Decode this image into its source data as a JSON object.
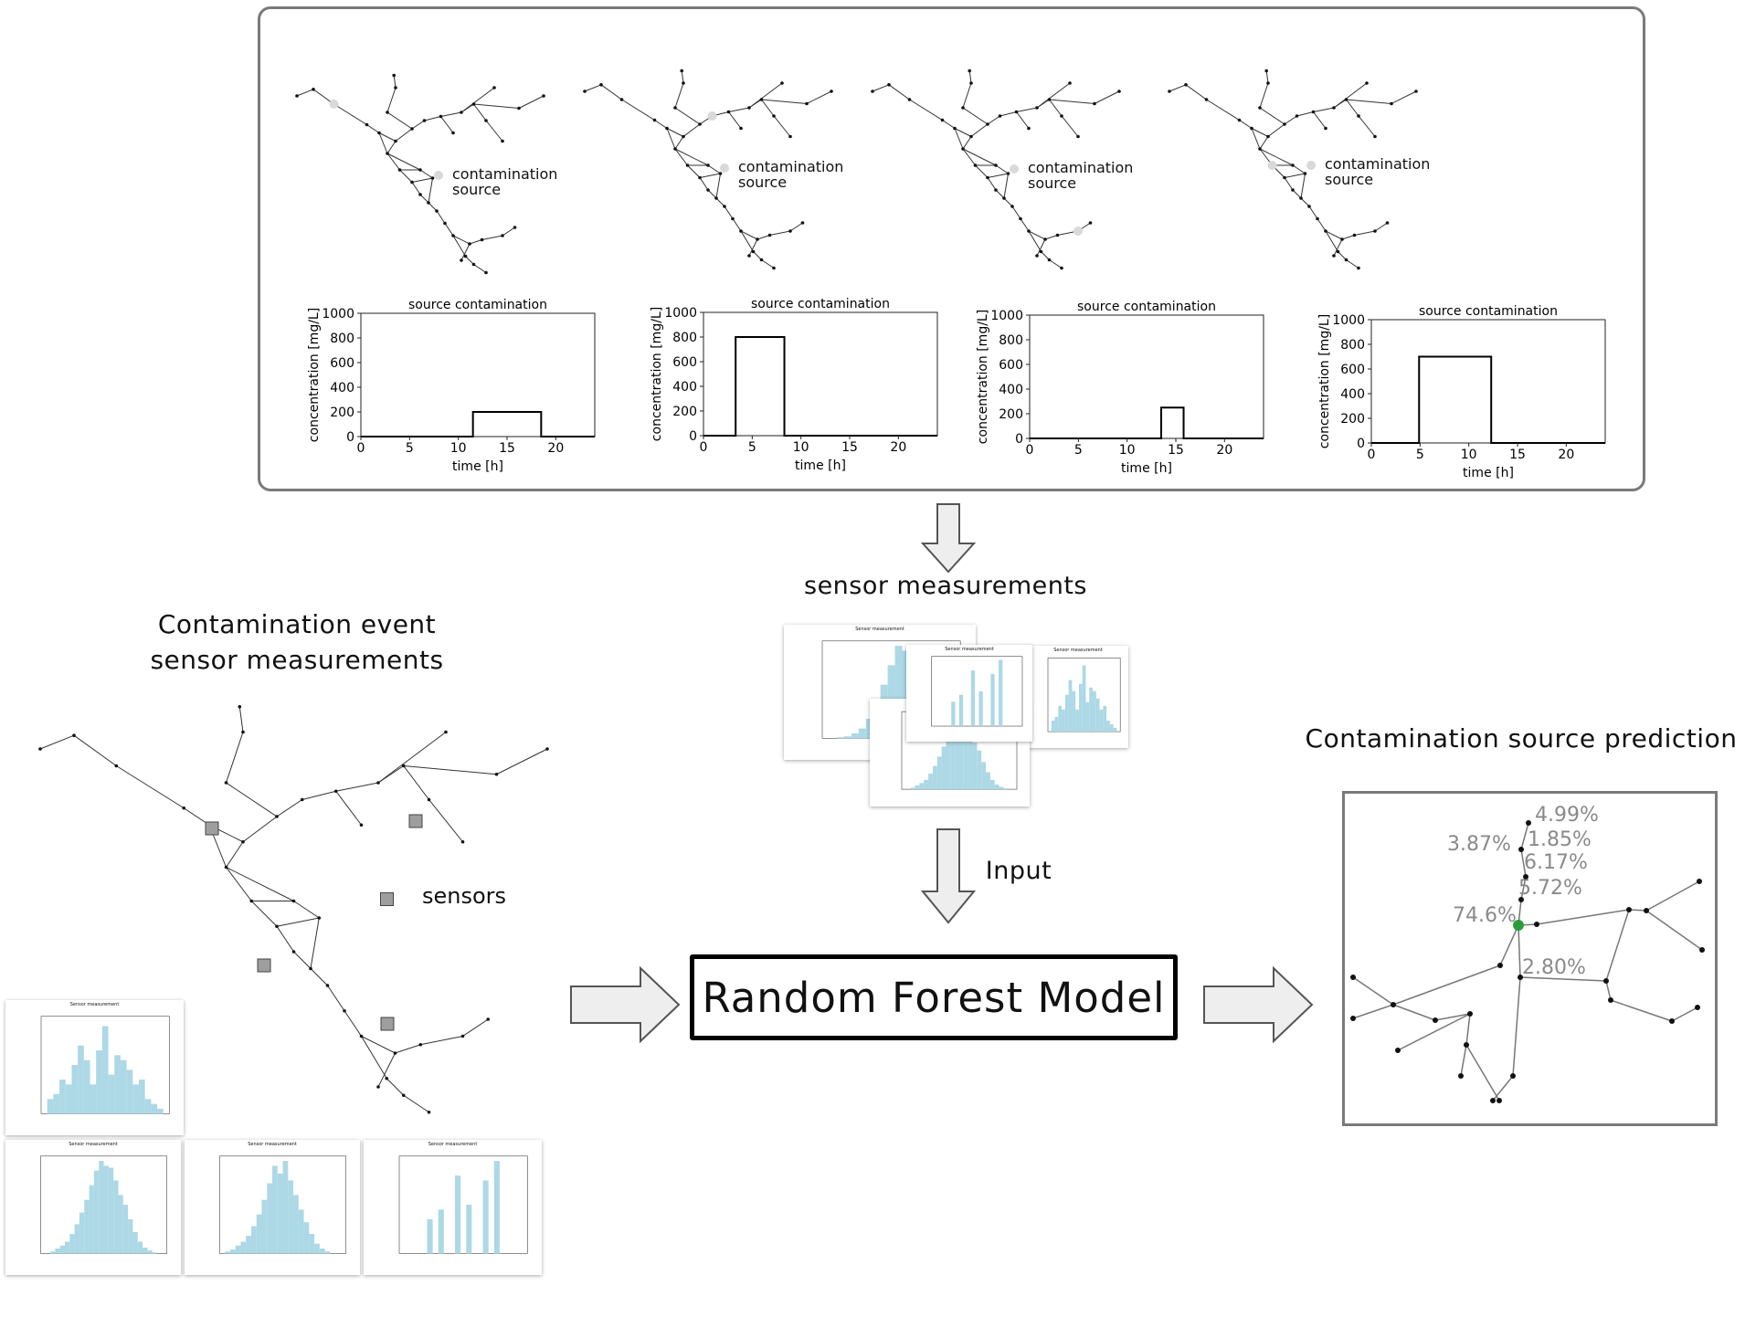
{
  "colors": {
    "panel_border": "#7a7a7a",
    "histogram": "#add8e6",
    "source_green": "#2a9d3a",
    "sensor_square": "#9e9e9e",
    "source_dot": "#d9d9d9"
  },
  "top_panel": {
    "scenarios": [
      {
        "network_label": "contamination\nsource",
        "chart_title": "source contamination",
        "ylabel": "concentration [mg/L]",
        "xlabel": "time [h]"
      },
      {
        "network_label": "contamination\nsource",
        "chart_title": "source contamination",
        "ylabel": "concentration [mg/L]",
        "xlabel": "time [h]"
      },
      {
        "network_label": "contamination\nsource",
        "chart_title": "source contamination",
        "ylabel": "concentration [mg/L]",
        "xlabel": "time [h]"
      },
      {
        "network_label": "contamination\nsource",
        "chart_title": "source contamination",
        "ylabel": "concentration [mg/L]",
        "xlabel": "time [h]"
      }
    ]
  },
  "chart_data": [
    {
      "type": "line",
      "title": "source contamination",
      "xlabel": "time [h]",
      "ylabel": "concentration [mg/L]",
      "xlim": [
        0,
        24
      ],
      "ylim": [
        0,
        1000
      ],
      "xticks": [
        0,
        5,
        10,
        15,
        20
      ],
      "yticks": [
        0,
        200,
        400,
        600,
        800,
        1000
      ],
      "x": [
        0,
        11.5,
        11.5,
        18.5,
        18.5,
        24
      ],
      "y": [
        0,
        0,
        200,
        200,
        0,
        0
      ]
    },
    {
      "type": "line",
      "title": "source contamination",
      "xlabel": "time [h]",
      "ylabel": "concentration [mg/L]",
      "xlim": [
        0,
        24
      ],
      "ylim": [
        0,
        1000
      ],
      "xticks": [
        0,
        5,
        10,
        15,
        20
      ],
      "yticks": [
        0,
        200,
        400,
        600,
        800,
        1000
      ],
      "x": [
        0,
        3.3,
        3.3,
        8.3,
        8.3,
        24
      ],
      "y": [
        0,
        0,
        800,
        800,
        0,
        0
      ]
    },
    {
      "type": "line",
      "title": "source contamination",
      "xlabel": "time [h]",
      "ylabel": "concentration [mg/L]",
      "xlim": [
        0,
        24
      ],
      "ylim": [
        0,
        1000
      ],
      "xticks": [
        0,
        5,
        10,
        15,
        20
      ],
      "yticks": [
        0,
        200,
        400,
        600,
        800,
        1000
      ],
      "x": [
        0,
        13.5,
        13.5,
        15.8,
        15.8,
        24
      ],
      "y": [
        0,
        0,
        250,
        250,
        0,
        0
      ]
    },
    {
      "type": "line",
      "title": "source contamination",
      "xlabel": "time [h]",
      "ylabel": "concentration [mg/L]",
      "xlim": [
        0,
        24
      ],
      "ylim": [
        0,
        1000
      ],
      "xticks": [
        0,
        5,
        10,
        15,
        20
      ],
      "yticks": [
        0,
        200,
        400,
        600,
        800,
        1000
      ],
      "x": [
        0,
        4.9,
        4.9,
        12.3,
        12.3,
        24
      ],
      "y": [
        0,
        0,
        700,
        700,
        0,
        0
      ]
    }
  ],
  "labels": {
    "sensor_measurements": "sensor measurements",
    "input": "Input",
    "left_heading_line1": "Contamination event",
    "left_heading_line2": "sensor measurements",
    "sensors_legend": "sensors",
    "model": "Random Forest Model",
    "prediction_heading": "Contamination source prediction",
    "sensor_measurement_title": "Sensor measurement"
  },
  "prediction": {
    "probabilities": [
      {
        "label": "4.99%"
      },
      {
        "label": "1.85%"
      },
      {
        "label": "3.87%"
      },
      {
        "label": "6.17%"
      },
      {
        "label": "5.72%"
      },
      {
        "label": "74.6%"
      },
      {
        "label": "2.80%"
      }
    ]
  }
}
